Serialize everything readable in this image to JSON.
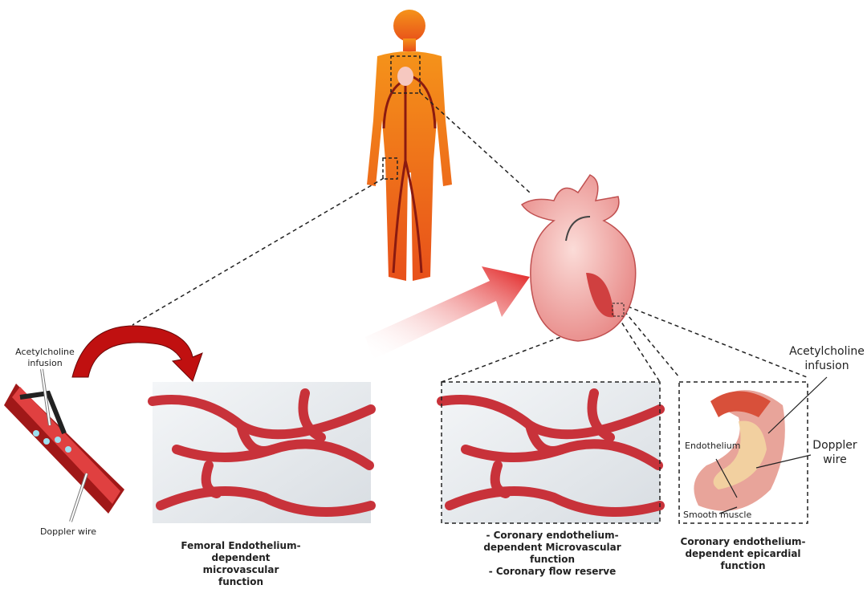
{
  "left_artery": {
    "acetylcholine_label": "Acetylcholine infusion",
    "doppler_label": "Doppler wire"
  },
  "panels": {
    "femoral_caption": "Femoral Endothelium-dependent microvascular function",
    "coronary_micro_caption_line1": "- Coronary endothelium-dependent Microvascular function",
    "coronary_micro_caption_line2": "- Coronary flow reserve",
    "epicardial_caption": "Coronary endothelium-dependent epicardial function"
  },
  "epicardial_detail": {
    "acetylcholine_label": "Acetylcholine infusion",
    "doppler_label": "Doppler wire",
    "endothelium_label": "Endothelium",
    "smooth_muscle_label": "Smooth muscle"
  },
  "colors": {
    "body_top": "#f07a10",
    "body_bottom": "#e84a10",
    "vessel": "#c8323a",
    "arrow": "#e01818"
  }
}
